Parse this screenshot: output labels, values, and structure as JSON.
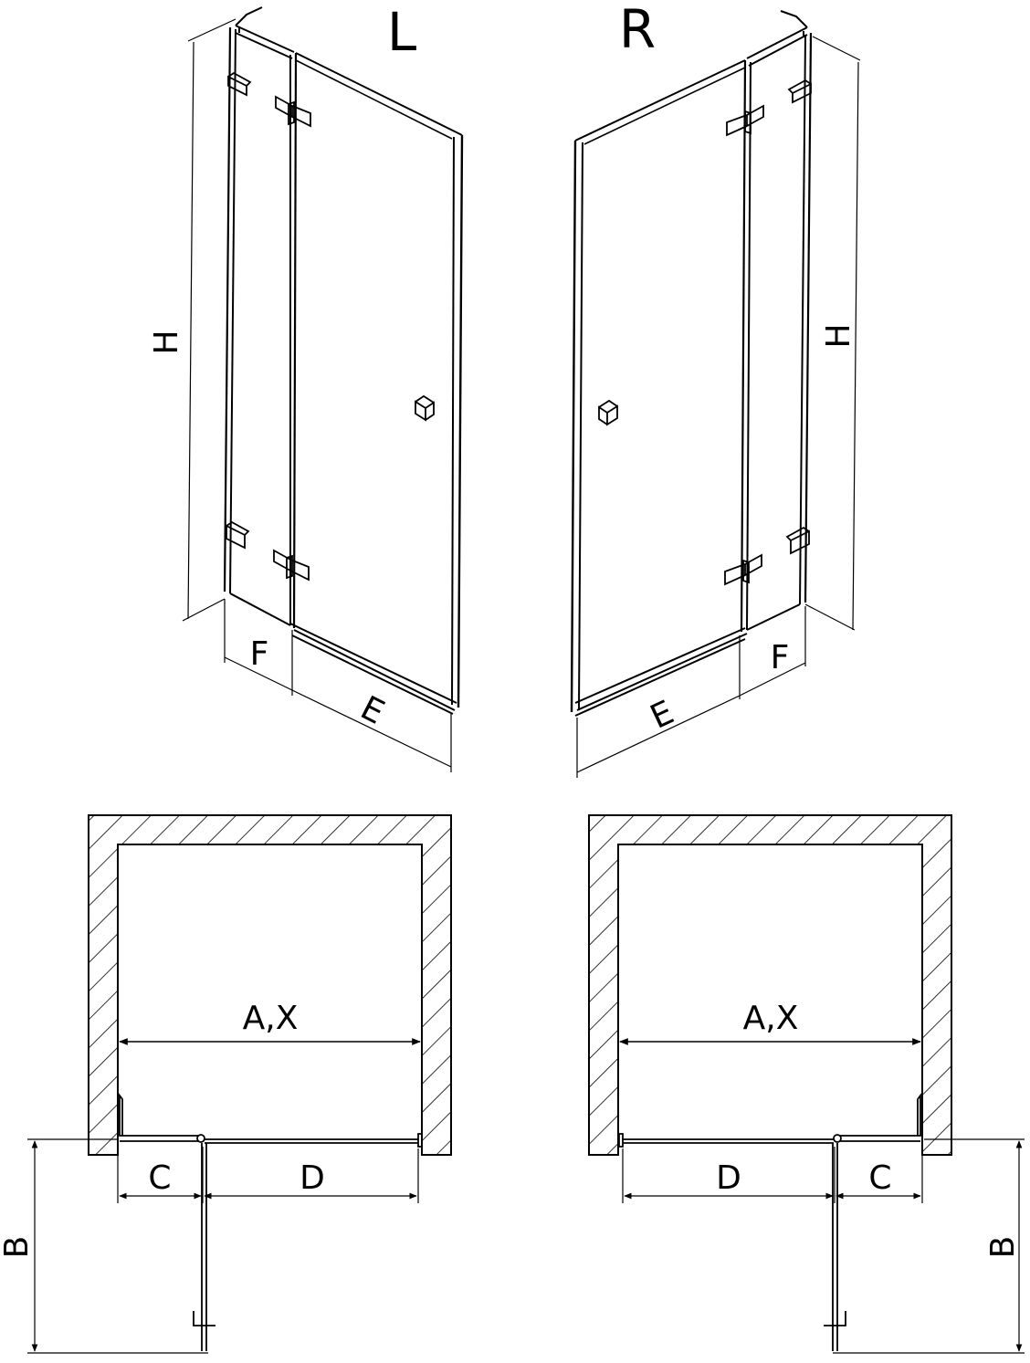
{
  "views": {
    "left_label": "L",
    "right_label": "R"
  },
  "dimensions": {
    "height": "H",
    "fixed_panel": "F",
    "door_panel": "E",
    "overall": "A,X",
    "fixed_plan": "C",
    "door_plan": "D",
    "swing": "B"
  },
  "colors": {
    "line": "#000000",
    "background": "#ffffff"
  }
}
